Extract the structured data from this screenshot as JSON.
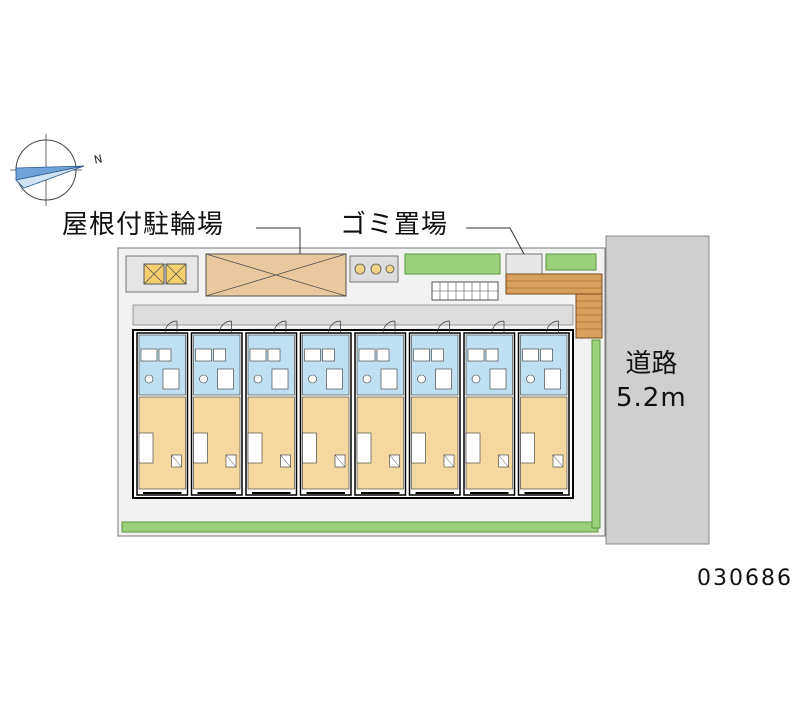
{
  "labels": {
    "bike_parking": "屋根付駐輪場",
    "garbage": "ゴミ置場",
    "road_name": "道路",
    "road_width": "5.2m",
    "property_code": "030686"
  },
  "compass": {
    "north_letter": "N"
  },
  "colors": {
    "road": "#cfcfcf",
    "unit_room": "#f5d8a0",
    "unit_wet": "#bfe0f2",
    "green": "#9bd07a",
    "brick": "#d8a05a",
    "bike_roof": "#e8c89c",
    "outline": "#000000"
  }
}
